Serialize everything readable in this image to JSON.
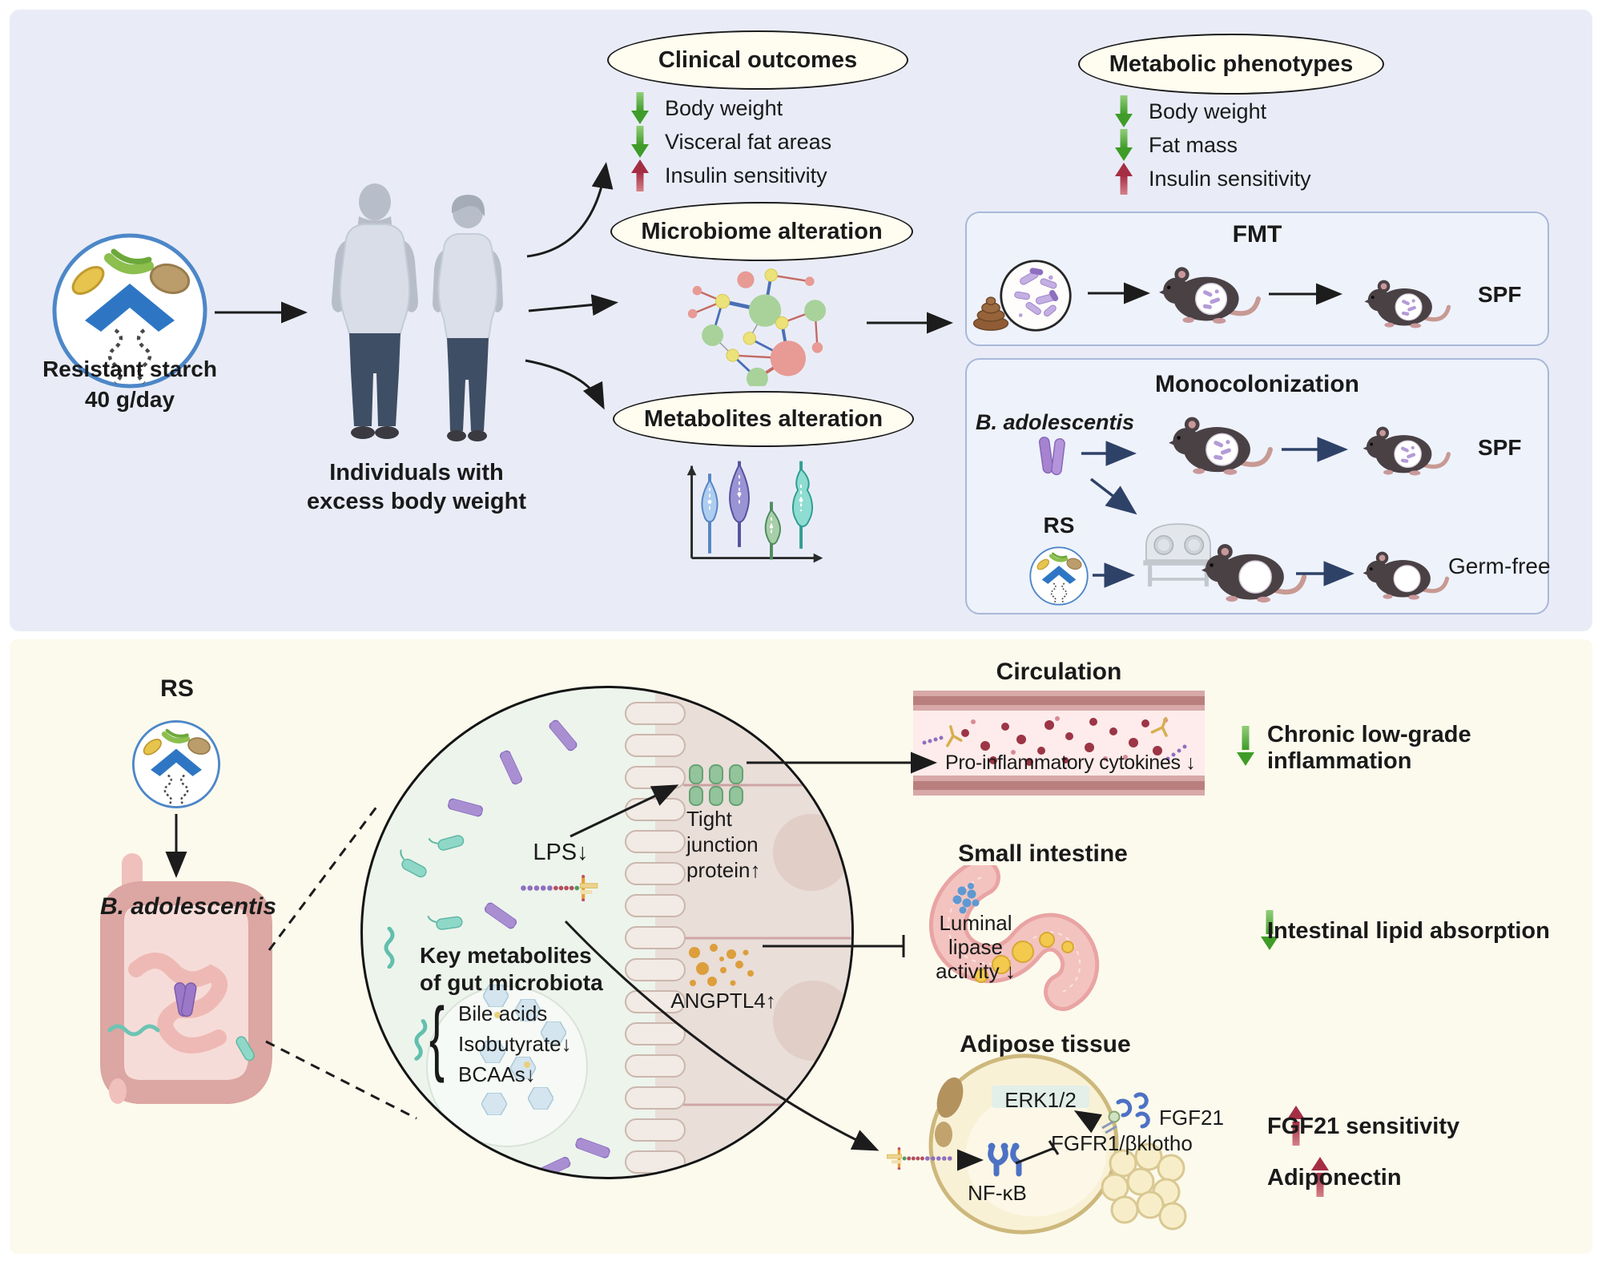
{
  "top": {
    "rs": {
      "line1": "Resistant starch",
      "line2": "40 g/day"
    },
    "individuals": {
      "line1": "Individuals with",
      "line2": "excess body weight"
    },
    "clinical": {
      "title": "Clinical outcomes",
      "items": [
        {
          "direction": "down",
          "label": "Body weight"
        },
        {
          "direction": "down",
          "label": "Visceral fat areas"
        },
        {
          "direction": "up",
          "label": "Insulin sensitivity"
        }
      ]
    },
    "microbiome": {
      "title": "Microbiome alteration"
    },
    "metabolites": {
      "title": "Metabolites alteration"
    },
    "phenotypes": {
      "title": "Metabolic phenotypes",
      "items": [
        {
          "direction": "down",
          "label": "Body weight"
        },
        {
          "direction": "down",
          "label": "Fat mass"
        },
        {
          "direction": "up",
          "label": "Insulin sensitivity"
        }
      ]
    },
    "fmt": {
      "title": "FMT",
      "spf": "SPF"
    },
    "mono": {
      "title": "Monocolonization",
      "strain": "B. adolescentis",
      "spf": "SPF",
      "rs": "RS",
      "germfree": "Germ-free"
    }
  },
  "bottom": {
    "rs": "RS",
    "strain": "B. adolescentis",
    "lps": "LPS↓",
    "key1": "Key metabolites",
    "key2": "of gut microbiota",
    "brace": "{",
    "mets": [
      "Bile acids",
      "Isobutyrate↓",
      "BCAAs↓"
    ],
    "tj1": "Tight",
    "tj2": "junction",
    "tj3": "protein↑",
    "angptl4": "ANGPTL4↑",
    "circulation": {
      "title": "Circulation",
      "vessel_label": "Pro-inflammatory cytokines ↓",
      "outcome_line1": "Chronic low-grade",
      "outcome_line2": "inflammation",
      "outcome_direction": "down"
    },
    "small_intestine": {
      "title": "Small intestine",
      "lipase_line1": "Luminal",
      "lipase_line2": "lipase",
      "lipase_line3": "activity ↓",
      "outcome": "Intestinal lipid absorption",
      "outcome_direction": "down"
    },
    "adipose": {
      "title": "Adipose tissue",
      "erk": "ERK1/2",
      "fgf21": "FGF21",
      "fgfr": "FGFR1/βklotho",
      "nfkb": "NF-κB",
      "outcome1": "FGF21 sensitivity",
      "outcome1_direction": "up",
      "outcome2": "Adiponectin",
      "outcome2_direction": "up"
    }
  },
  "colors": {
    "panel_top_bg": "#e9ecf7",
    "panel_bottom_bg": "#fcfaed",
    "green_arrow": "#3f9c28",
    "red_arrow": "#a52e44",
    "oval_bg": "#fffdf0",
    "navy_arrow": "#2e4268"
  }
}
